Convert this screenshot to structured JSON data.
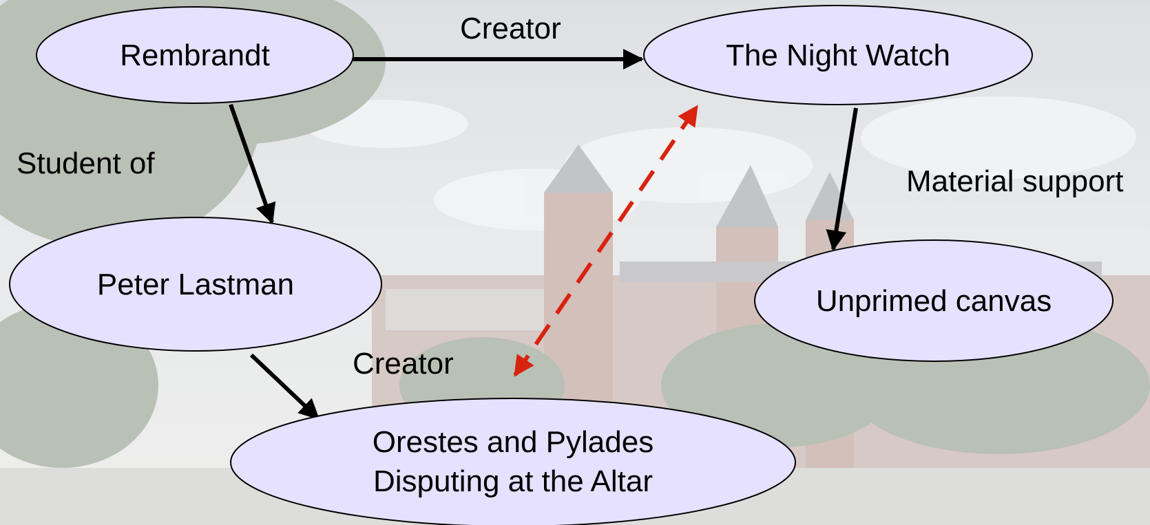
{
  "colors": {
    "node_fill": "#e6e1ff",
    "node_stroke": "#000000",
    "edge_solid": "#000000",
    "edge_dashed": "#d8230f",
    "label_text": "#000000"
  },
  "nodes": {
    "rembrandt": {
      "label": "Rembrandt"
    },
    "night_watch": {
      "label": "The Night Watch"
    },
    "peter_lastman": {
      "label": "Peter Lastman"
    },
    "unprimed_canvas": {
      "label": "Unprimed canvas"
    },
    "orestes": {
      "label_line1": "Orestes and Pylades",
      "label_line2": "Disputing at the Altar"
    }
  },
  "edges": {
    "creator_top": {
      "label": "Creator",
      "from": "Rembrandt",
      "to": "The Night Watch",
      "style": "solid"
    },
    "student_of": {
      "label": "Student of",
      "from": "Rembrandt",
      "to": "Peter Lastman",
      "style": "solid"
    },
    "material_support": {
      "label": "Material support",
      "from": "The Night Watch",
      "to": "Unprimed canvas",
      "style": "solid"
    },
    "creator_bottom": {
      "label": "Creator",
      "from": "Peter Lastman",
      "to": "Orestes and Pylades Disputing at the Altar",
      "style": "solid"
    },
    "dashed_relation": {
      "label": "",
      "from": "Orestes and Pylades Disputing at the Altar",
      "to": "The Night Watch",
      "style": "dashed-bidirectional"
    }
  }
}
